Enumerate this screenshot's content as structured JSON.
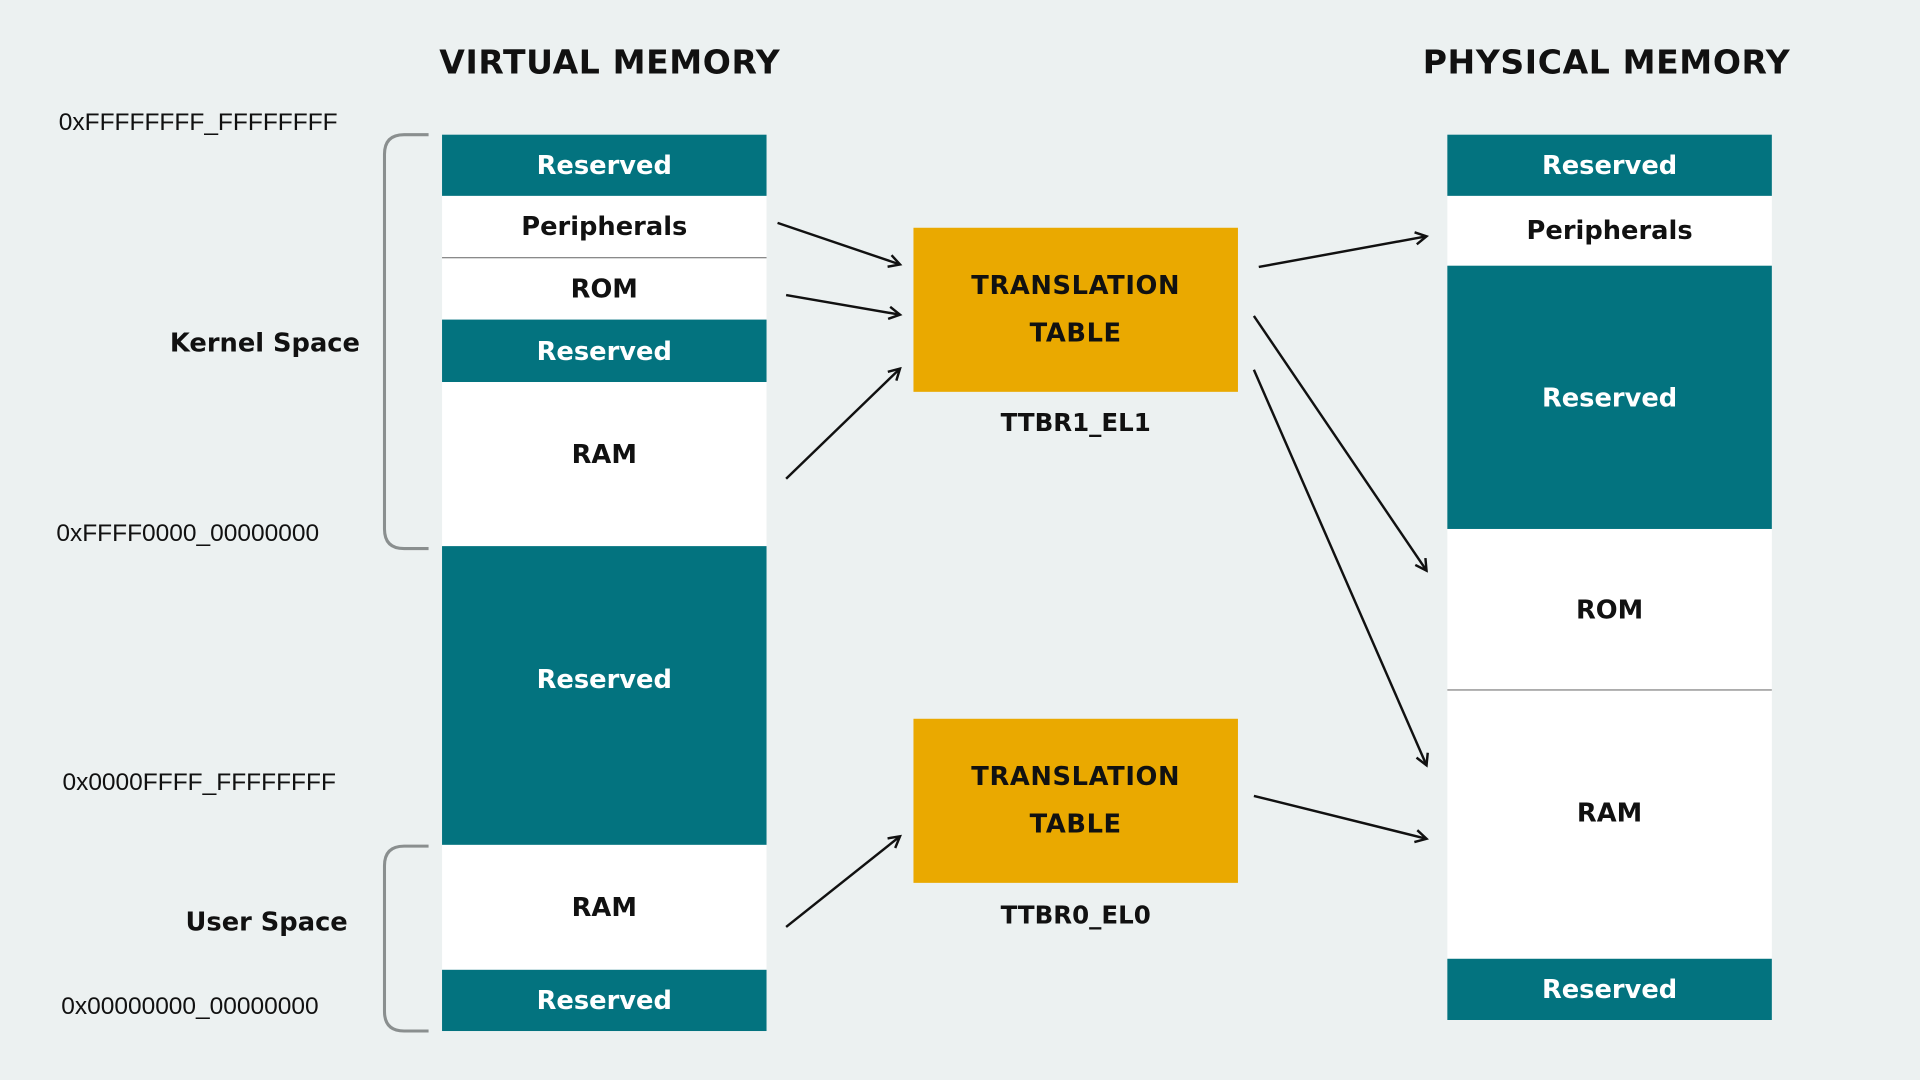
{
  "titles": {
    "virtual": "VIRTUAL MEMORY",
    "physical": "PHYSICAL MEMORY"
  },
  "addresses": [
    "0xFFFFFFFF_FFFFFFFF",
    "0xFFFF0000_00000000",
    "0x0000FFFF_FFFFFFFF",
    "0x00000000_00000000"
  ],
  "spaces": {
    "kernel": "Kernel Space",
    "user": "User Space"
  },
  "virtual_blocks": [
    "Reserved",
    "Peripherals",
    "ROM",
    "Reserved",
    "RAM",
    "Reserved",
    "RAM",
    "Reserved"
  ],
  "physical_blocks": [
    "Reserved",
    "Peripherals",
    "Reserved",
    "ROM",
    "RAM",
    "Reserved"
  ],
  "translation_tables": [
    {
      "line1": "TRANSLATION",
      "line2": "TABLE",
      "register": "TTBR1_EL1"
    },
    {
      "line1": "TRANSLATION",
      "line2": "TABLE",
      "register": "TTBR0_EL0"
    }
  ],
  "colors": {
    "reserved": "#03737f",
    "table": "#eaa900",
    "background": "#ecf1f1"
  }
}
